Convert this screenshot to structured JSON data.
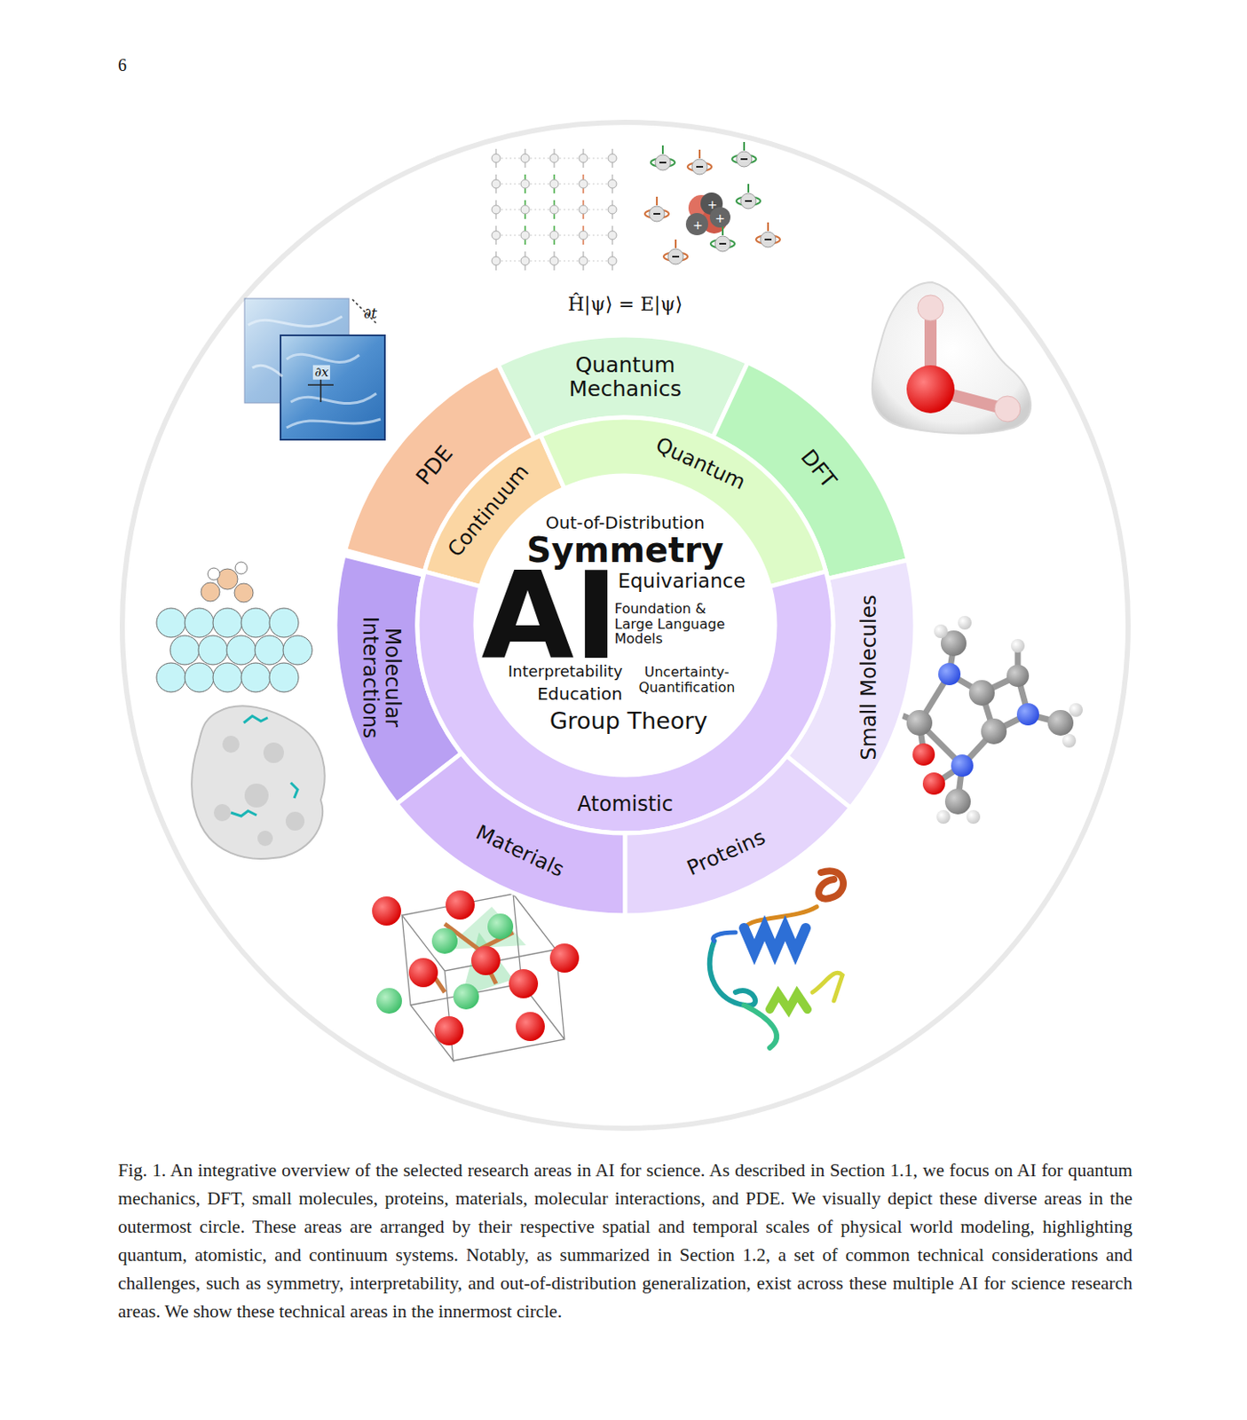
{
  "diagram": {
    "caption": "Fig. 1. An integrative overview of the selected research areas in AI for science. As described in Section 1.1, we focus on AI for quantum mechanics, DFT, small molecules, proteins, materials, molecular interactions, and PDE. We visually depict these diverse areas in the outermost circle. These areas are arranged by their respective spatial and temporal scales of physical world modeling, highlighting quantum, atomistic, and continuum systems. Notably, as summarized in Section 1.2, a set of common technical considerations and challenges, such as symmetry, interpretability, and out-of-distribution generalization, exist across these multiple AI for science research areas. We show these technical areas in the innermost circle.",
    "nodes": [
      {
        "text": [
          "Quantum Mechanics"
        ]
      },
      {
        "text": [
          "PDE"
        ]
      },
      {
        "text": [
          "DFT"
        ]
      },
      {
        "text": [
          "Continuum"
        ]
      },
      {
        "text": [
          "Quantum"
        ]
      },
      {
        "text": [
          "Out-of-Distribution",
          "Symmetry",
          "AI",
          "Equivariance",
          "Foundation & Large Language Models",
          "Interpretability",
          "Uncertainty-Quantification",
          "Education",
          "Group Theory"
        ]
      },
      {
        "text": [
          "Molecular Interactions"
        ]
      },
      {
        "text": [
          "Small Molecules"
        ]
      },
      {
        "text": [
          "Atomistic"
        ]
      },
      {
        "text": [
          "Materials"
        ]
      },
      {
        "text": [
          "Proteins"
        ]
      }
    ],
    "labels": [
      "6",
      "Ĥ|ψ⟩ = E|ψ⟩",
      "∂t",
      "∂x"
    ]
  }
}
